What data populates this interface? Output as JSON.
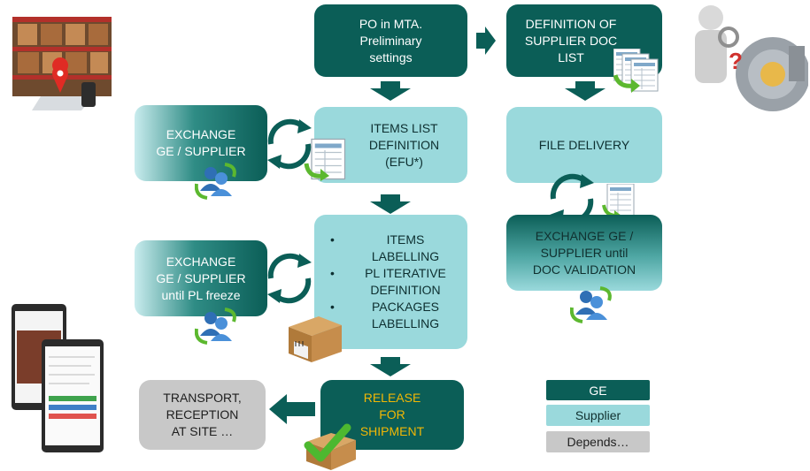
{
  "colors": {
    "ge": "#0b5e57",
    "supplier": "#9ad9dc",
    "depends": "#c8c8c8",
    "accent_orange": "#f2b705"
  },
  "boxes": {
    "po": "PO in MTA.\nPreliminary\nsettings",
    "doc_list": "DEFINITION OF\nSUPPLIER DOC\nLIST",
    "exchange1": "EXCHANGE\nGE / SUPPLIER",
    "items_list": "ITEMS LIST\nDEFINITION\n(EFU*)",
    "file_delivery": "FILE DELIVERY",
    "exchange_doc": "EXCHANGE GE /\nSUPPLIER until\nDOC VALIDATION",
    "exchange2": "EXCHANGE\nGE / SUPPLIER\nuntil PL freeze",
    "labelling_items": [
      "ITEMS\nLABELLING",
      "PL ITERATIVE\nDEFINITION",
      "PACKAGES\nLABELLING"
    ],
    "transport": "TRANSPORT,\nRECEPTION\nAT SITE …",
    "release": "RELEASE\nFOR\nSHIPMENT"
  },
  "legend": {
    "ge": "GE",
    "supplier": "Supplier",
    "depends": "Depends…"
  },
  "icons": {
    "warehouse": "warehouse-photo-icon",
    "inspector": "inspector-pump-icon",
    "users": "users-exchange-icon",
    "spreadsheet": "spreadsheet-icon",
    "crate": "crate-icon",
    "package_check": "package-check-icon",
    "phone": "phone-app-icon",
    "cycle": "cycle-arrows-icon"
  }
}
